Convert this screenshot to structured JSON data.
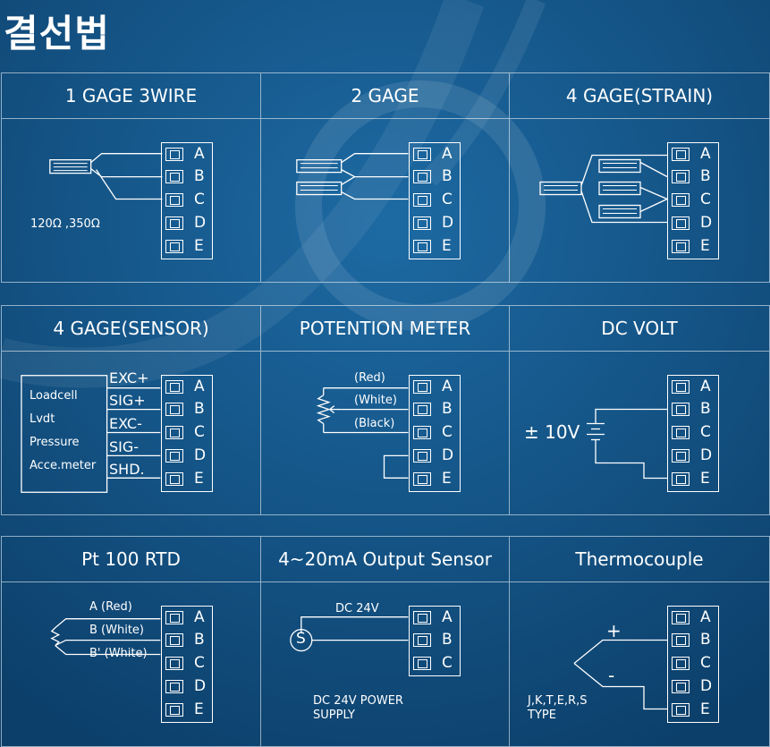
{
  "page_title": "결선법",
  "panels": [
    {
      "header": "1 GAGE 3WIRE",
      "labels": [
        "120Ω  ,350Ω"
      ]
    },
    {
      "header": "2 GAGE",
      "labels": []
    },
    {
      "header": "4 GAGE(STRAIN)",
      "labels": []
    },
    {
      "header": "4 GAGE(SENSOR)",
      "labels": [
        "Loadcell",
        "Lvdt",
        "Pressure",
        "Acce.meter",
        "EXC+",
        "SIG+",
        "EXC-",
        "SIG-",
        "SHD."
      ]
    },
    {
      "header": "POTENTION METER",
      "labels": [
        "(Red)",
        "(White)",
        "(Black)"
      ]
    },
    {
      "header": "DC VOLT",
      "labels": [
        "± 10V"
      ]
    },
    {
      "header": "Pt 100    RTD",
      "labels": [
        "A (Red)",
        "B (White)",
        "B' (White)"
      ]
    },
    {
      "header": "4~20mA Output Sensor",
      "labels": [
        "DC 24V",
        "S",
        "DC 24V POWER",
        "SUPPLY"
      ]
    },
    {
      "header": "Thermocouple",
      "labels": [
        "+",
        "-",
        "J,K,T,E,R,S",
        "TYPE"
      ]
    }
  ],
  "terminals_5": [
    "A",
    "B",
    "C",
    "D",
    "E"
  ],
  "terminals_3": [
    "A",
    "B",
    "C"
  ]
}
